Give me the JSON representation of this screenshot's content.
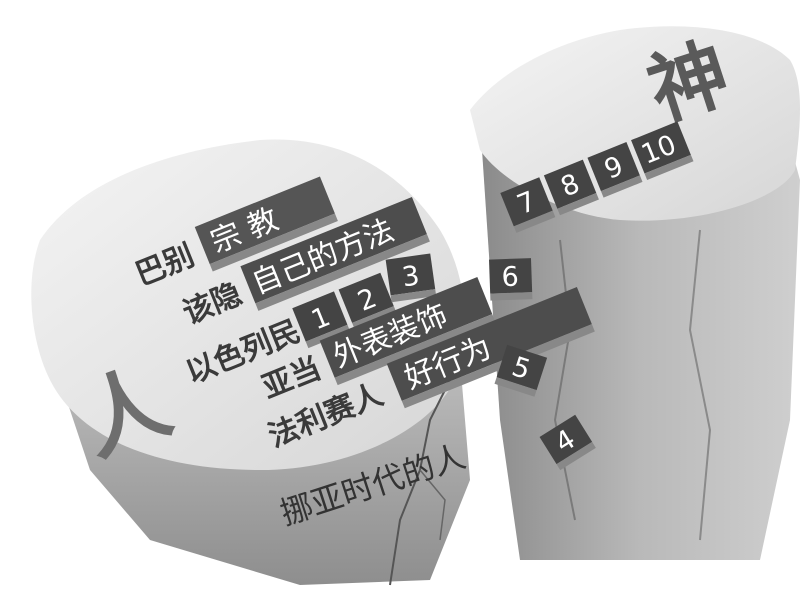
{
  "labels": {
    "person": "人",
    "god": "神",
    "noah_era": "挪亚时代的人"
  },
  "rows": [
    {
      "label": "巴别",
      "plank": "宗 教"
    },
    {
      "label": "该隐",
      "plank": "自己的方法"
    },
    {
      "label": "以色列民",
      "numbers": [
        "1",
        "2",
        "3"
      ]
    },
    {
      "label": "亚当",
      "plank": "外表装饰",
      "number": "6"
    },
    {
      "label": "法利赛人",
      "plank": "好行为"
    }
  ],
  "right_numbers": [
    "7",
    "8",
    "9",
    "10"
  ],
  "falling_numbers": [
    "5",
    "4"
  ]
}
